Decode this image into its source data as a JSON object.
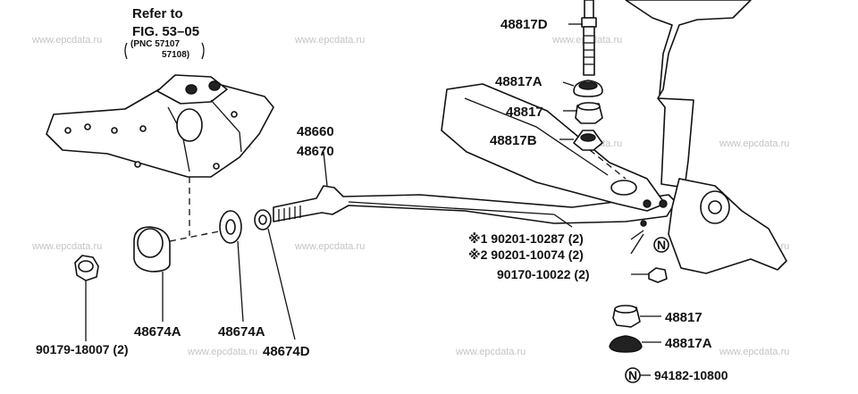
{
  "watermark": "www.epcdata.ru",
  "reference": {
    "line1": "Refer to",
    "line2": "FIG. 53–05",
    "line3": "(PNC 57107",
    "line4": "57108)"
  },
  "labels": {
    "p48817D": "48817D",
    "p48817A_top": "48817A",
    "p48817_top": "48817",
    "p48817B": "48817B",
    "p48660": "48660",
    "p48670": "48670",
    "bolt1": "※1  90201-10287 (2)",
    "bolt2": "※2  90201-10074 (2)",
    "p90170": "90170-10022 (2)",
    "p48817_bot": "48817",
    "p48817A_bot": "48817A",
    "p94182": "94182-10800",
    "n_mark": "N",
    "p48674A_1": "48674A",
    "p48674A_2": "48674A",
    "p48674D": "48674D",
    "p90179": "90179-18007 (2)"
  }
}
